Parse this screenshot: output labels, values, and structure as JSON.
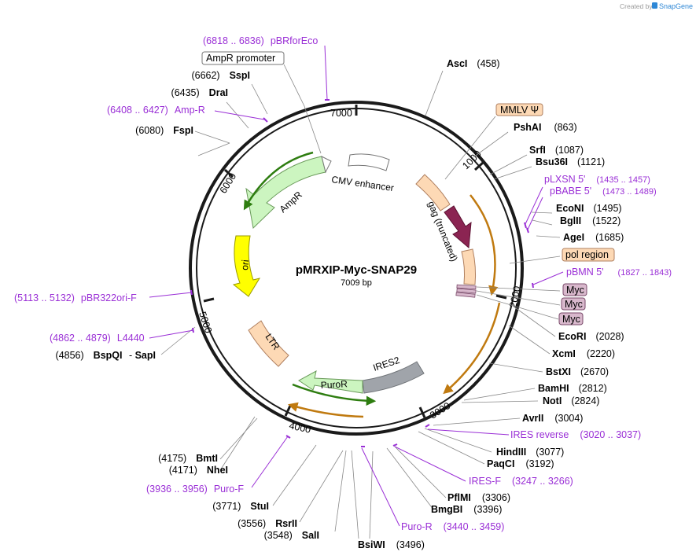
{
  "credit": {
    "prefix": "Created by",
    "brand": "SnapGene"
  },
  "plasmid": {
    "name": "pMRXIP-Myc-SNAP29",
    "size": "7009 bp"
  },
  "ticks": [
    "1000",
    "2000",
    "3000",
    "4000",
    "5000",
    "6000",
    "7000"
  ],
  "features": {
    "cmv": "CMV enhancer",
    "ampr": "AmpR",
    "ori": "ori",
    "gag": "gag (truncated)",
    "ltr": "LTR",
    "ires2": "IRES2",
    "puror": "PuroR"
  },
  "boxed": {
    "mmlv": "MMLV Ψ",
    "ampr_promoter": "AmpR promoter",
    "pol": "pol region",
    "myc1": "Myc",
    "myc2": "Myc",
    "myc3": "Myc"
  },
  "enzymes_right": [
    {
      "name": "AscI",
      "pos": "(458)"
    },
    {
      "name": "PshAI",
      "pos": "(863)"
    },
    {
      "name": "SrfI",
      "pos": "(1087)"
    },
    {
      "name": "Bsu36I",
      "pos": "(1121)"
    },
    {
      "name": "EcoNI",
      "pos": "(1495)"
    },
    {
      "name": "BglII",
      "pos": "(1522)"
    },
    {
      "name": "AgeI",
      "pos": "(1685)"
    },
    {
      "name": "EcoRI",
      "pos": "(2028)"
    },
    {
      "name": "XcmI",
      "pos": "(2220)"
    },
    {
      "name": "BstXI",
      "pos": "(2670)"
    },
    {
      "name": "BamHI",
      "pos": "(2812)"
    },
    {
      "name": "NotI",
      "pos": "(2824)"
    },
    {
      "name": "AvrII",
      "pos": "(3004)"
    },
    {
      "name": "HindIII",
      "pos": "(3077)"
    },
    {
      "name": "PaqCI",
      "pos": "(3192)"
    },
    {
      "name": "PflMI",
      "pos": "(3306)"
    },
    {
      "name": "BmgBI",
      "pos": "(3396)"
    },
    {
      "name": "BsiWI",
      "pos": "(3496)"
    }
  ],
  "enzymes_left": [
    {
      "name": "SspI",
      "pos": "(6662)"
    },
    {
      "name": "DraI",
      "pos": "(6435)"
    },
    {
      "name": "FspI",
      "pos": "(6080)"
    },
    {
      "name": "BspQI",
      "pos": "(4856)",
      "alt": "SapI"
    },
    {
      "name": "BmtI",
      "pos": "(4175)"
    },
    {
      "name": "NheI",
      "pos": "(4171)"
    },
    {
      "name": "StuI",
      "pos": "(3771)"
    },
    {
      "name": "RsrII",
      "pos": "(3556)"
    },
    {
      "name": "SalI",
      "pos": "(3548)"
    }
  ],
  "primers": [
    {
      "name": "pBRforEco",
      "range": "(6818 .. 6836)"
    },
    {
      "name": "Amp-R",
      "range": "(6408 .. 6427)"
    },
    {
      "name": "pLXSN 5'",
      "range": "(1435 .. 1457)"
    },
    {
      "name": "pBABE 5'",
      "range": "(1473 .. 1489)"
    },
    {
      "name": "pBMN 5'",
      "range": "(1827 .. 1843)"
    },
    {
      "name": "pBR322ori-F",
      "range": "(5113 .. 5132)"
    },
    {
      "name": "L4440",
      "range": "(4862 .. 4879)"
    },
    {
      "name": "IRES reverse",
      "range": "(3020 .. 3037)"
    },
    {
      "name": "IRES-F",
      "range": "(3247 .. 3266)"
    },
    {
      "name": "Puro-R",
      "range": "(3440 .. 3459)"
    },
    {
      "name": "Puro-F",
      "range": "(3936 .. 3956)"
    }
  ],
  "colors": {
    "backbone": "#1a1a1a",
    "primer": "#9a2fd6",
    "ampr_fill": "#ccf5c0",
    "orf_line": "#2e7d10",
    "orf_line2": "#d48a10",
    "ori_fill": "#ffff00",
    "ltr_fill": "#fdd9b5",
    "ires_fill": "#a0a4aa",
    "gag_fill": "#fdd9b5",
    "gag_arrow": "#8b2452",
    "myc_fill": "#d8b8cc"
  }
}
